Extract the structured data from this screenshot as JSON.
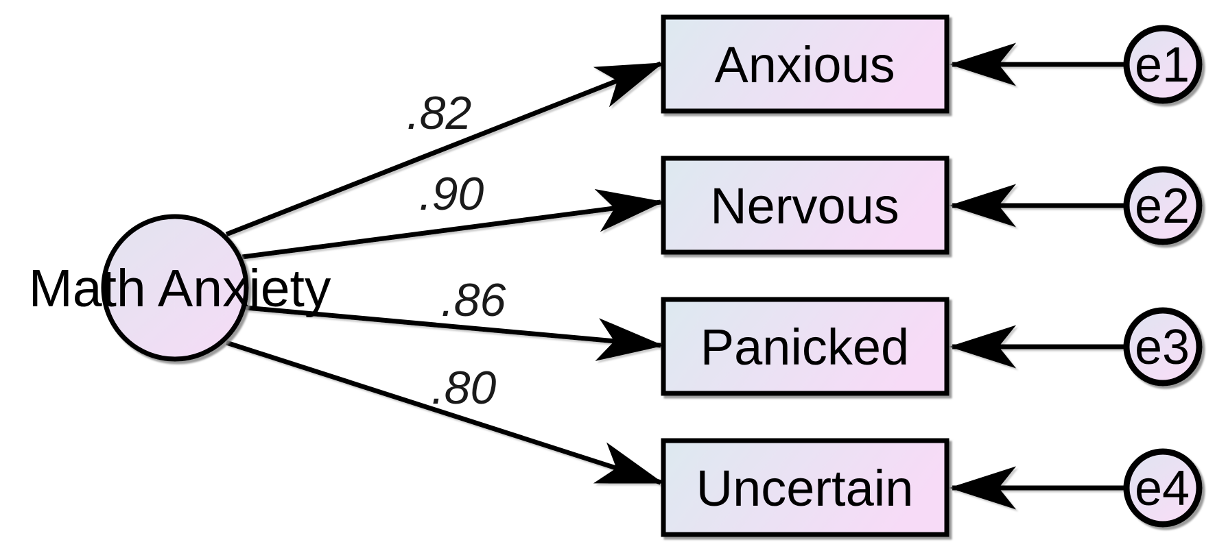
{
  "diagram": {
    "latent": {
      "label": "Math Anxiety"
    },
    "indicators": [
      {
        "label": "Anxious",
        "loading": ".82",
        "error_label": "e1"
      },
      {
        "label": "Nervous",
        "loading": ".90",
        "error_label": "e2"
      },
      {
        "label": "Panicked",
        "loading": ".86",
        "error_label": "e3"
      },
      {
        "label": "Uncertain",
        "loading": ".80",
        "error_label": "e4"
      }
    ],
    "colors": {
      "indicator_fill_left": "#dde9f0",
      "indicator_fill_right": "#f7dbf7",
      "latent_fill_top": "#e2e4ef",
      "latent_fill_bottom": "#f4dcf6",
      "error_fill_top": "#dfe3f0",
      "error_fill_bottom": "#f7def7",
      "stroke": "#000000",
      "background": "#ffffff"
    }
  }
}
